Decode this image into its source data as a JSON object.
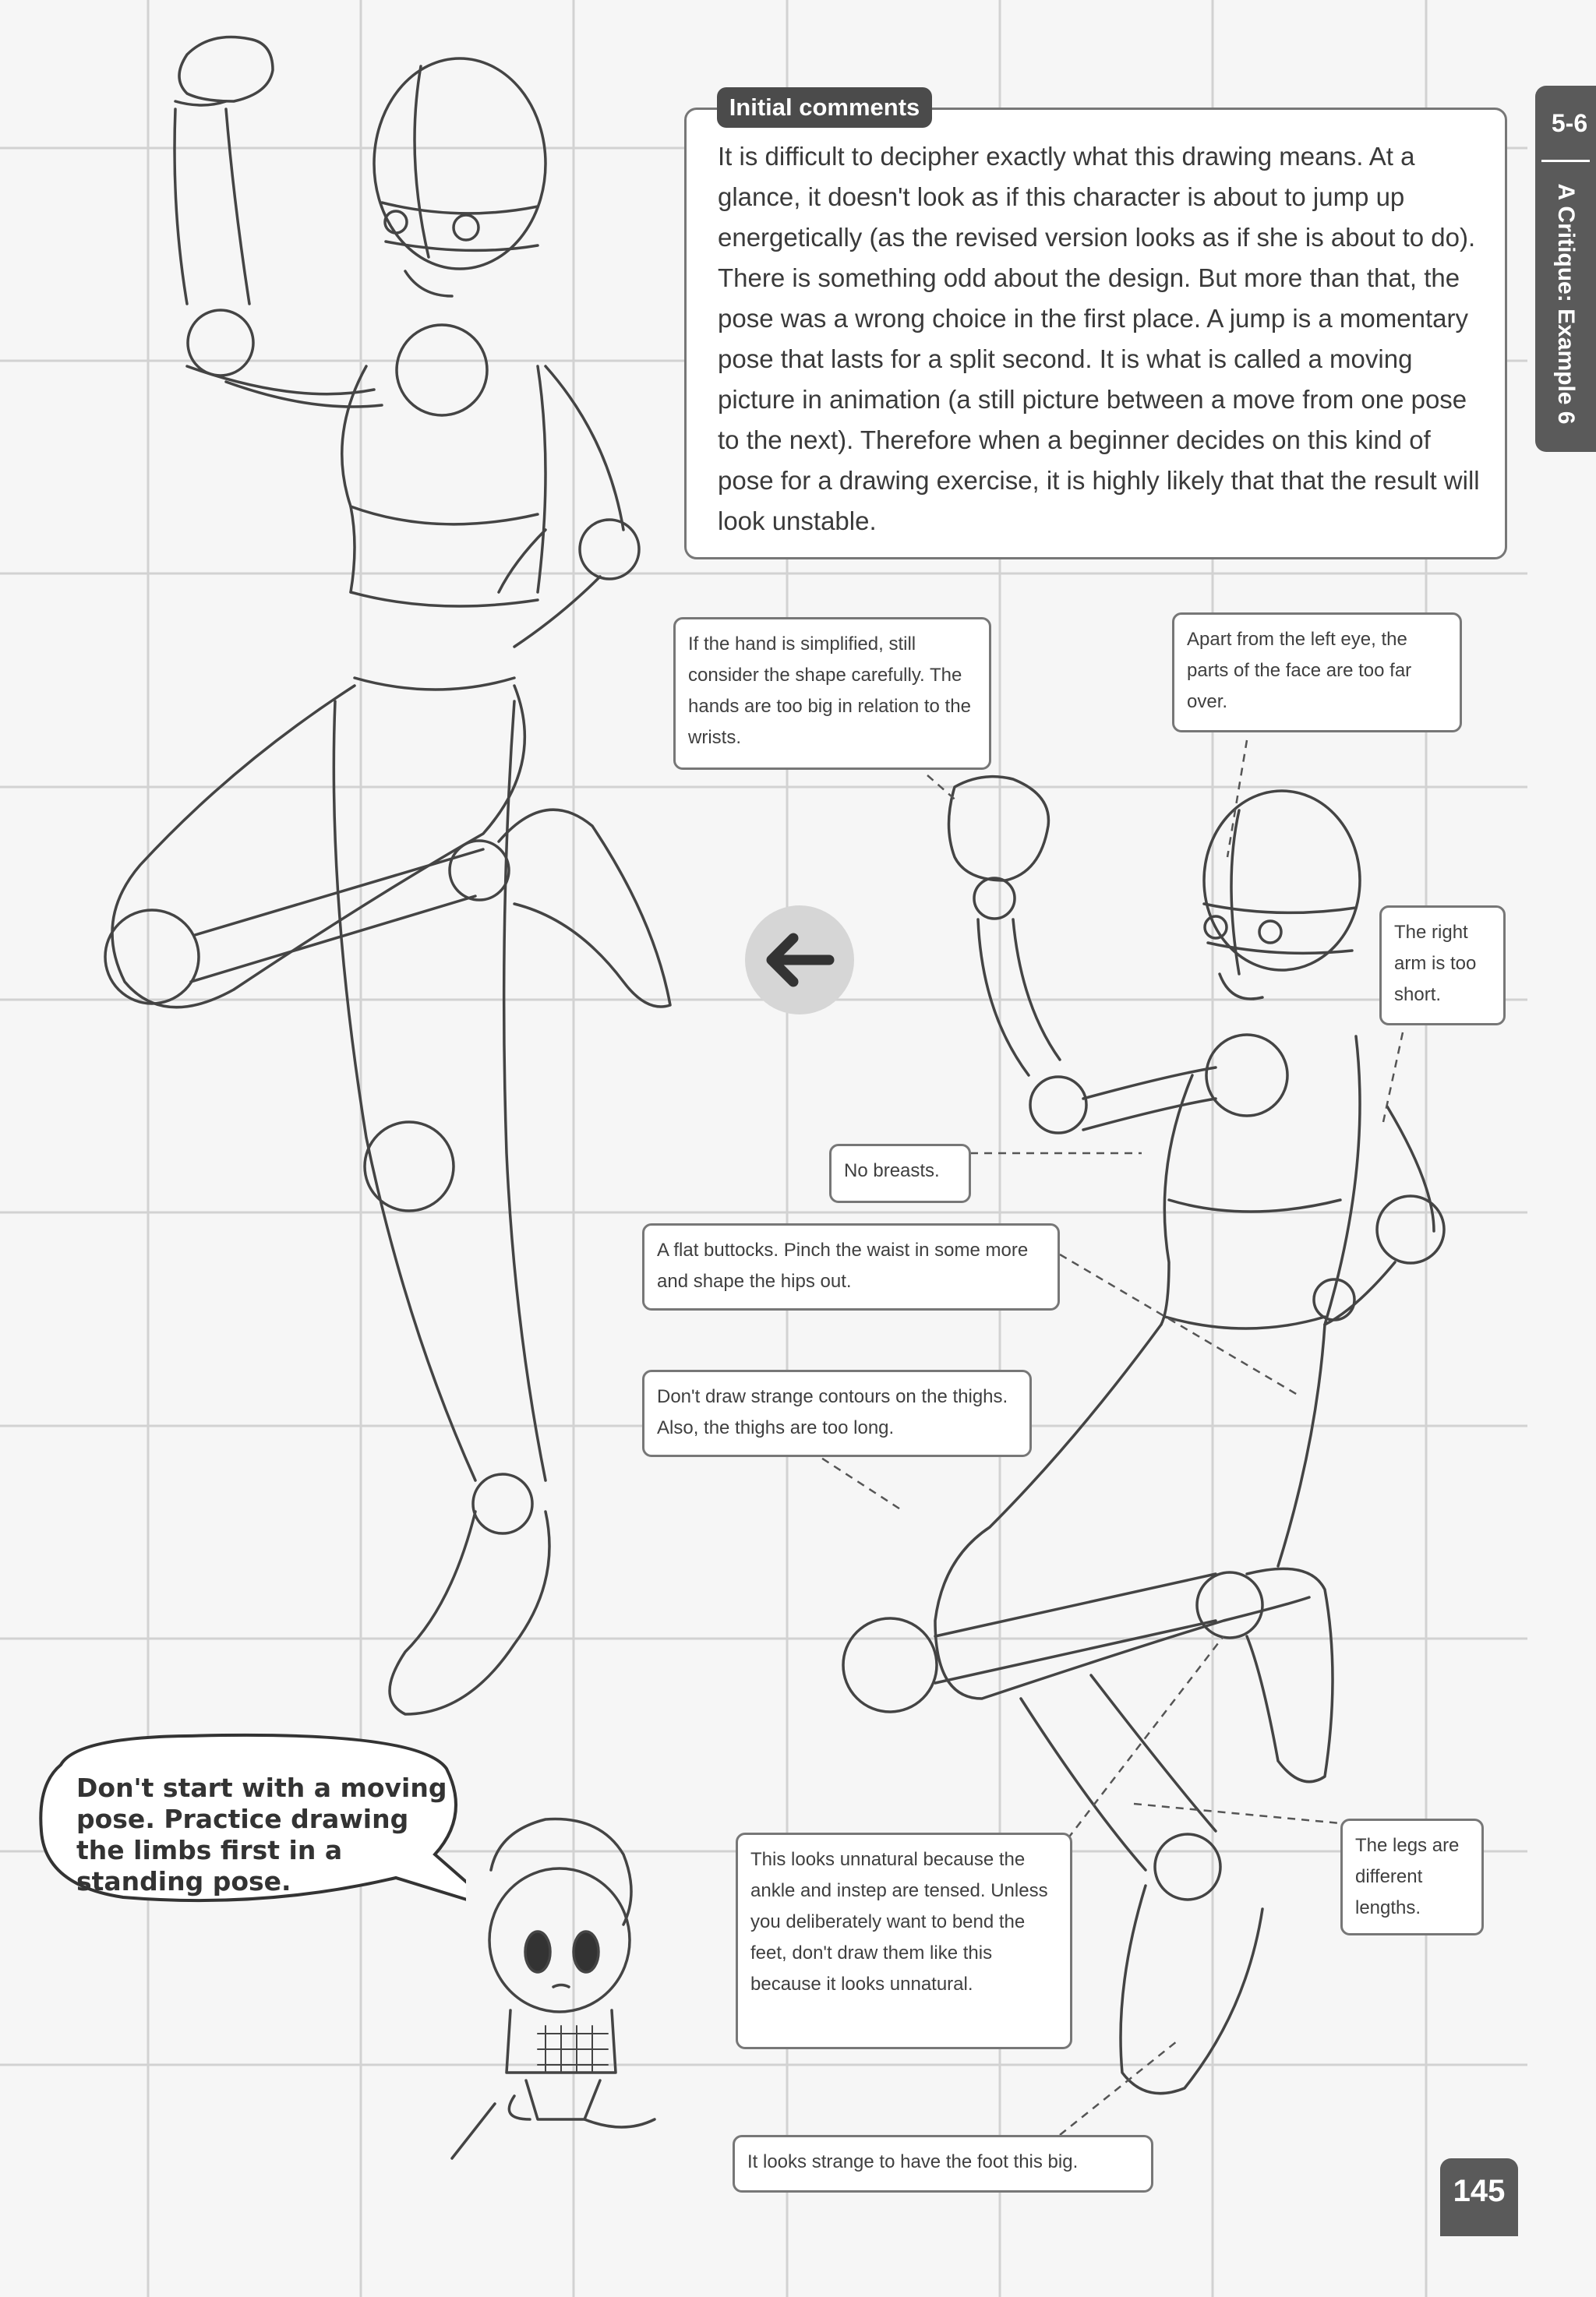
{
  "side_tab": {
    "section_number": "5-6",
    "section_title": "A Critique: Example 6"
  },
  "initial_comments": {
    "tag": "Initial comments",
    "body": "It is difficult to decipher exactly what this drawing means. At a glance, it doesn't look as if this character is about to jump up energetically (as the revised version looks as if she is about to do). There is something odd about the design. But more than that, the pose was a wrong choice in the first place. A jump is a momentary pose that lasts for a split second. It is what is called a moving picture in animation (a still picture between a move from one pose to the next). Therefore when a beginner decides on this kind of pose for a drawing exercise, it is highly likely that that the result will look unstable."
  },
  "callouts": {
    "hand": "If the hand is simplified, still consider the shape carefully. The hands are too big in relation to the wrists.",
    "face": "Apart from the left eye, the parts of the face are too far over.",
    "right_arm": "The right arm is too short.",
    "breasts": "No breasts.",
    "buttocks": "A flat buttocks. Pinch the waist in some more and shape the hips out.",
    "thighs": "Don't draw strange contours on the thighs. Also, the thighs are too long.",
    "ankle": "This looks unnatural because the ankle and instep are tensed. Unless you deliberately want to bend the feet, don't draw them like this because it looks unnatural.",
    "legs": "The legs are different lengths.",
    "foot": "It looks strange to have the foot this big."
  },
  "speech_bubble": "Don't start with a moving pose. Practice drawing the limbs first in a standing pose.",
  "page_number": "145",
  "icons": {
    "arrow": "arrow-left-icon"
  },
  "colors": {
    "tab": "#5a5a5a",
    "grid": "#cfcfcf",
    "line": "#444444"
  }
}
